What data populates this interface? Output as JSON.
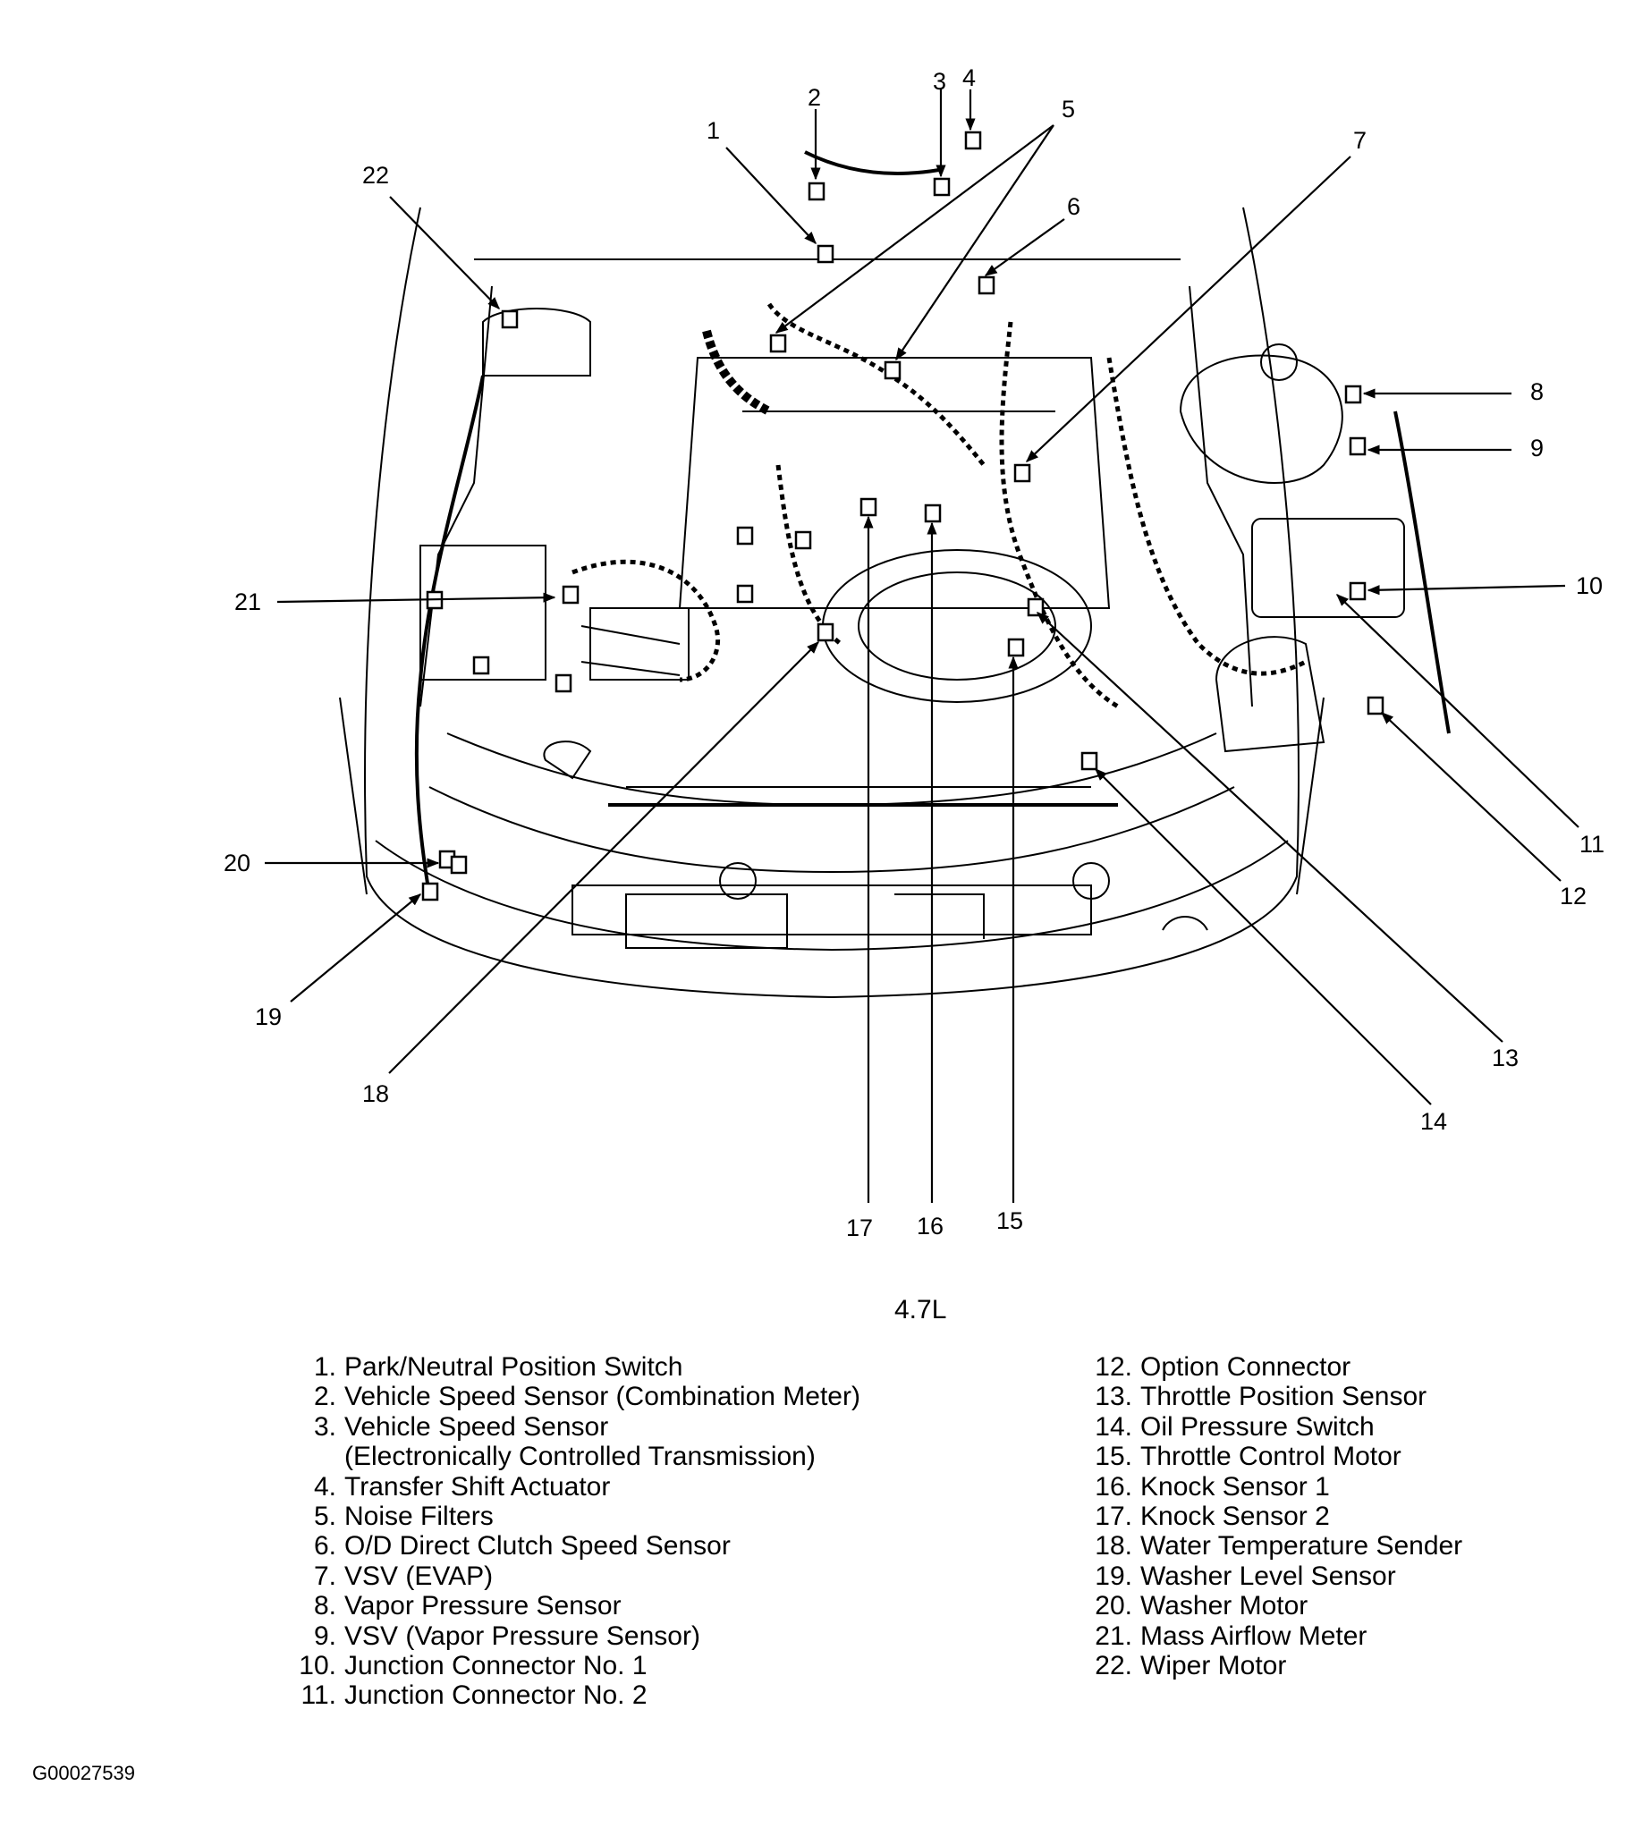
{
  "figure": {
    "caption": "4.7L",
    "figure_id": "G00027539",
    "legend_left": [
      {
        "num": "1.",
        "text": "Park/Neutral Position Switch"
      },
      {
        "num": "2.",
        "text": "Vehicle Speed Sensor (Combination Meter)"
      },
      {
        "num": "3.",
        "text": "Vehicle Speed Sensor"
      },
      {
        "num": "",
        "text": "(Electronically Controlled Transmission)"
      },
      {
        "num": "4.",
        "text": "Transfer Shift Actuator"
      },
      {
        "num": "5.",
        "text": "Noise Filters"
      },
      {
        "num": "6.",
        "text": "O/D Direct Clutch Speed Sensor"
      },
      {
        "num": "7.",
        "text": "VSV (EVAP)"
      },
      {
        "num": "8.",
        "text": "Vapor Pressure Sensor"
      },
      {
        "num": "9.",
        "text": "VSV (Vapor Pressure Sensor)"
      },
      {
        "num": "10.",
        "text": "Junction Connector No. 1"
      },
      {
        "num": "11.",
        "text": "Junction Connector No. 2"
      }
    ],
    "legend_right": [
      {
        "num": "12.",
        "text": "Option Connector"
      },
      {
        "num": "13.",
        "text": "Throttle Position Sensor"
      },
      {
        "num": "14.",
        "text": "Oil Pressure Switch"
      },
      {
        "num": "15.",
        "text": "Throttle Control Motor"
      },
      {
        "num": "16.",
        "text": "Knock Sensor 1"
      },
      {
        "num": "17.",
        "text": "Knock Sensor 2"
      },
      {
        "num": "18.",
        "text": "Water Temperature Sender"
      },
      {
        "num": "19.",
        "text": "Washer Level Sensor"
      },
      {
        "num": "20.",
        "text": "Washer Motor"
      },
      {
        "num": "21.",
        "text": "Mass Airflow Meter"
      },
      {
        "num": "22.",
        "text": "Wiper Motor"
      }
    ],
    "callouts": [
      "1",
      "2",
      "3",
      "4",
      "5",
      "6",
      "7",
      "8",
      "9",
      "10",
      "11",
      "12",
      "13",
      "14",
      "15",
      "16",
      "17",
      "18",
      "19",
      "20",
      "21",
      "22"
    ]
  }
}
